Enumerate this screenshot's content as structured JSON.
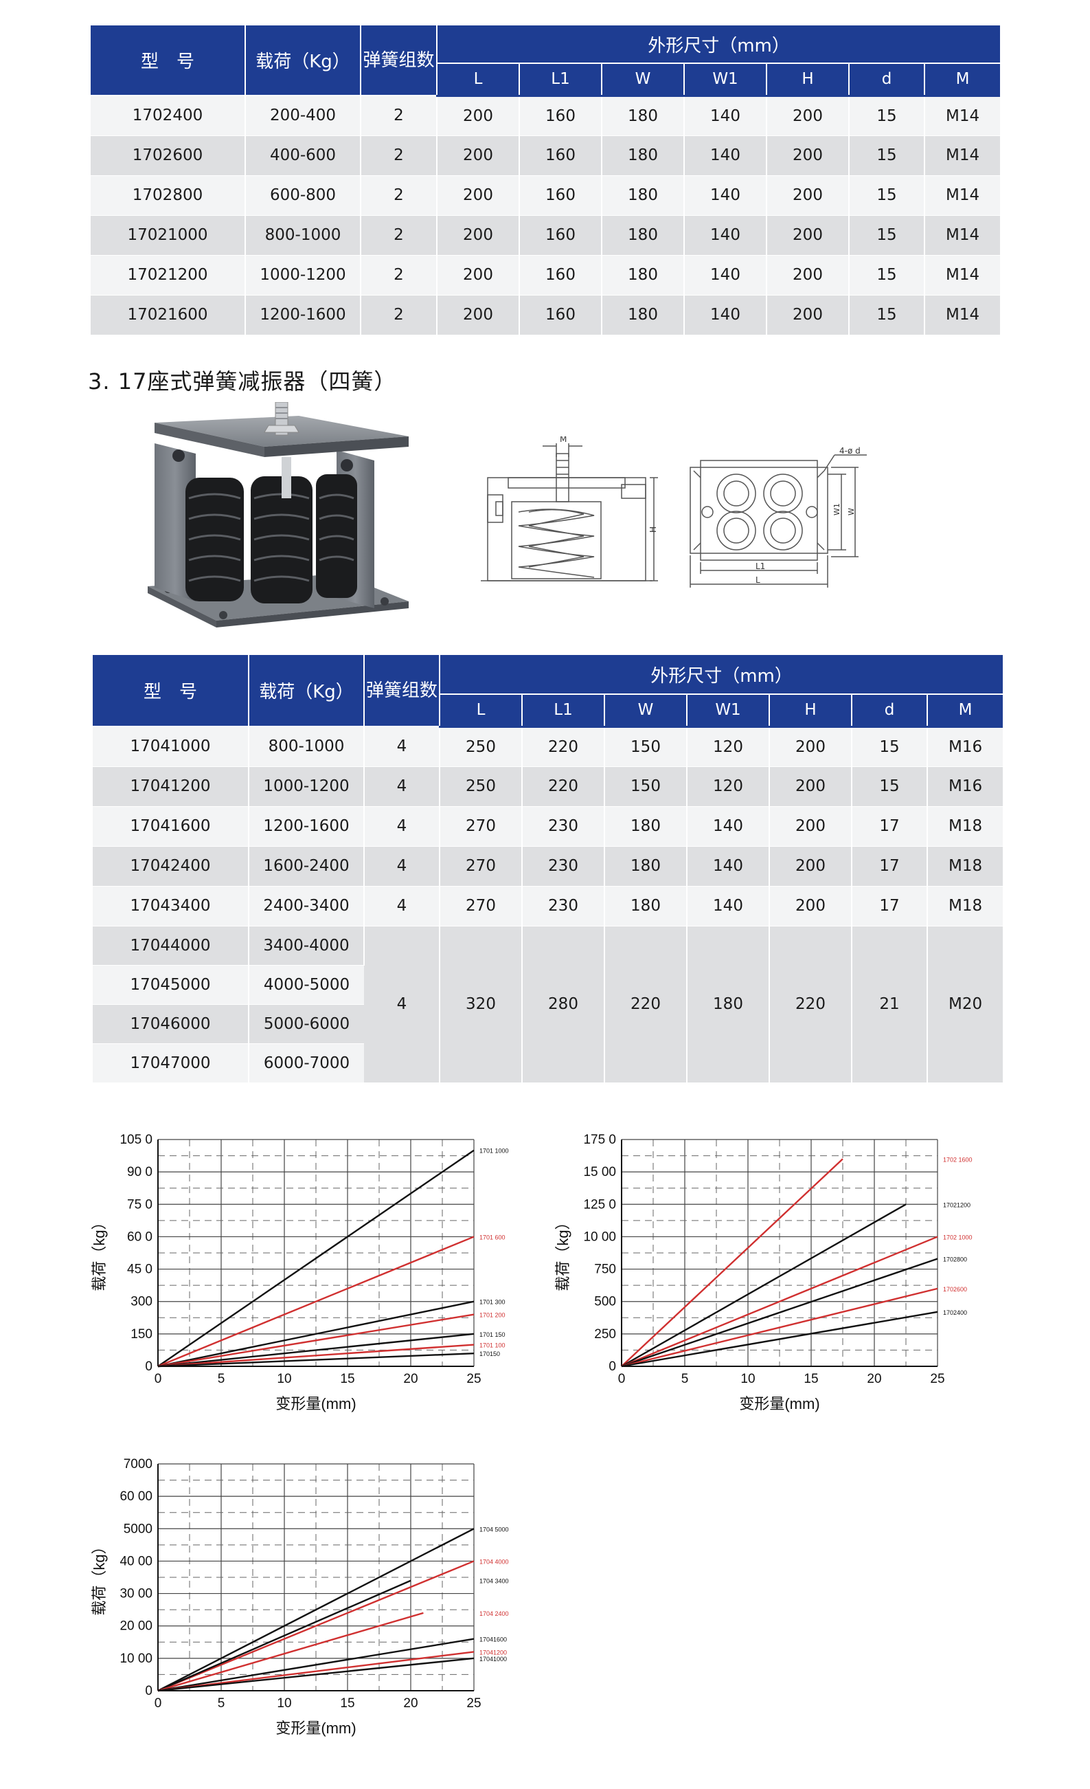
{
  "table1": {
    "headers": {
      "model": "型　号",
      "load": "载荷（Kg）",
      "springs": "弹簧组数",
      "dims": "外形尺寸（mm）",
      "cols": [
        "L",
        "L1",
        "W",
        "W1",
        "H",
        "d",
        "M"
      ]
    },
    "rows": [
      [
        "1702400",
        "200-400",
        "2",
        "200",
        "160",
        "180",
        "140",
        "200",
        "15",
        "M14"
      ],
      [
        "1702600",
        "400-600",
        "2",
        "200",
        "160",
        "180",
        "140",
        "200",
        "15",
        "M14"
      ],
      [
        "1702800",
        "600-800",
        "2",
        "200",
        "160",
        "180",
        "140",
        "200",
        "15",
        "M14"
      ],
      [
        "17021000",
        "800-1000",
        "2",
        "200",
        "160",
        "180",
        "140",
        "200",
        "15",
        "M14"
      ],
      [
        "17021200",
        "1000-1200",
        "2",
        "200",
        "160",
        "180",
        "140",
        "200",
        "15",
        "M14"
      ],
      [
        "17021600",
        "1200-1600",
        "2",
        "200",
        "160",
        "180",
        "140",
        "200",
        "15",
        "M14"
      ]
    ]
  },
  "section_title": "3.  17座式弹簧减振器（四簧）",
  "drawing_labels": {
    "m": "M",
    "h": "H",
    "holes": "4-ø d",
    "l1": "L1",
    "l": "L",
    "w1": "W1",
    "w": "W"
  },
  "table2": {
    "headers": {
      "model": "型　号",
      "load": "载荷（Kg）",
      "springs": "弹簧组数",
      "dims": "外形尺寸（mm）",
      "cols": [
        "L",
        "L1",
        "W",
        "W1",
        "H",
        "d",
        "M"
      ]
    },
    "rows": [
      [
        "17041000",
        "800-1000",
        "4",
        "250",
        "220",
        "150",
        "120",
        "200",
        "15",
        "M16"
      ],
      [
        "17041200",
        "1000-1200",
        "4",
        "250",
        "220",
        "150",
        "120",
        "200",
        "15",
        "M16"
      ],
      [
        "17041600",
        "1200-1600",
        "4",
        "270",
        "230",
        "180",
        "140",
        "200",
        "17",
        "M18"
      ],
      [
        "17042400",
        "1600-2400",
        "4",
        "270",
        "230",
        "180",
        "140",
        "200",
        "17",
        "M18"
      ],
      [
        "17043400",
        "2400-3400",
        "4",
        "270",
        "230",
        "180",
        "140",
        "200",
        "17",
        "M18"
      ]
    ],
    "merged_rows": {
      "models": [
        [
          "17044000",
          "3400-4000"
        ],
        [
          "17045000",
          "4000-5000"
        ],
        [
          "17046000",
          "5000-6000"
        ],
        [
          "17047000",
          "6000-7000"
        ]
      ],
      "values": [
        "4",
        "320",
        "280",
        "220",
        "180",
        "220",
        "21",
        "M20"
      ]
    }
  },
  "chart_data": [
    {
      "type": "line",
      "xlabel": "变形量(mm)",
      "ylabel": "载荷（kg）",
      "xlim": [
        0,
        25
      ],
      "ylim": [
        0,
        1050
      ],
      "xticks": [
        "0",
        "5",
        "10",
        "15",
        "20",
        "25"
      ],
      "yticks": [
        "0",
        "150",
        "300",
        "450",
        "600",
        "750",
        "900",
        "1050"
      ],
      "ytick_labels": [
        "0",
        "150",
        "300",
        "45 0",
        "60 0",
        "75 0",
        "90 0",
        "105 0"
      ],
      "series": [
        {
          "name": "1701 1000",
          "color": "#111111",
          "x": [
            0,
            25
          ],
          "y": [
            0,
            1000
          ]
        },
        {
          "name": "1701 600",
          "color": "#d03030",
          "x": [
            0,
            25
          ],
          "y": [
            0,
            600
          ]
        },
        {
          "name": "1701 300",
          "color": "#111111",
          "x": [
            0,
            25
          ],
          "y": [
            0,
            300
          ]
        },
        {
          "name": "1701 200",
          "color": "#d03030",
          "x": [
            0,
            25
          ],
          "y": [
            0,
            240
          ]
        },
        {
          "name": "1701 150",
          "color": "#111111",
          "x": [
            0,
            25
          ],
          "y": [
            0,
            150
          ]
        },
        {
          "name": "1701 100",
          "color": "#d03030",
          "x": [
            0,
            25
          ],
          "y": [
            0,
            100
          ]
        },
        {
          "name": "170150",
          "color": "#111111",
          "x": [
            0,
            25
          ],
          "y": [
            0,
            60
          ]
        }
      ]
    },
    {
      "type": "line",
      "xlabel": "变形量(mm)",
      "ylabel": "载荷（kg）",
      "xlim": [
        0,
        25
      ],
      "ylim": [
        0,
        1750
      ],
      "xticks": [
        "0",
        "5",
        "10",
        "15",
        "20",
        "25"
      ],
      "yticks": [
        "0",
        "250",
        "500",
        "750",
        "1000",
        "1250",
        "1500",
        "1750"
      ],
      "ytick_labels": [
        "0",
        "250",
        "500",
        "750",
        "10 00",
        "125 0",
        "15 00",
        "175 0"
      ],
      "series": [
        {
          "name": "1702 1600",
          "color": "#d03030",
          "x": [
            0,
            17.5
          ],
          "y": [
            0,
            1600
          ]
        },
        {
          "name": "17021200",
          "color": "#111111",
          "x": [
            0,
            22.5
          ],
          "y": [
            0,
            1250
          ]
        },
        {
          "name": "1702 1000",
          "color": "#d03030",
          "x": [
            0,
            25
          ],
          "y": [
            0,
            1000
          ]
        },
        {
          "name": "1702800",
          "color": "#111111",
          "x": [
            0,
            25
          ],
          "y": [
            0,
            830
          ]
        },
        {
          "name": "1702600",
          "color": "#d03030",
          "x": [
            0,
            25
          ],
          "y": [
            0,
            600
          ]
        },
        {
          "name": "1702400",
          "color": "#111111",
          "x": [
            0,
            25
          ],
          "y": [
            0,
            420
          ]
        }
      ]
    },
    {
      "type": "line",
      "xlabel": "变形量(mm)",
      "ylabel": "载荷（kg）",
      "xlim": [
        0,
        25
      ],
      "ylim": [
        0,
        7000
      ],
      "xticks": [
        "0",
        "5",
        "10",
        "15",
        "20",
        "25"
      ],
      "yticks": [
        "0",
        "1000",
        "2000",
        "3000",
        "4000",
        "5000",
        "6000",
        "7000"
      ],
      "ytick_labels": [
        "0",
        "10 00",
        "20 00",
        "30 00",
        "40 00",
        "5000",
        "60 00",
        "7000"
      ],
      "series": [
        {
          "name": "1704 5000",
          "color": "#111111",
          "x": [
            0,
            25
          ],
          "y": [
            0,
            5000
          ]
        },
        {
          "name": "1704 4000",
          "color": "#d03030",
          "x": [
            0,
            25
          ],
          "y": [
            0,
            4000
          ]
        },
        {
          "name": "1704 3400",
          "color": "#111111",
          "x": [
            0,
            20
          ],
          "y": [
            0,
            3400
          ]
        },
        {
          "name": "1704 2400",
          "color": "#d03030",
          "x": [
            0,
            21
          ],
          "y": [
            0,
            2400
          ]
        },
        {
          "name": "17041600",
          "color": "#111111",
          "x": [
            0,
            25
          ],
          "y": [
            0,
            1600
          ]
        },
        {
          "name": "17041200",
          "color": "#d03030",
          "x": [
            0,
            25
          ],
          "y": [
            0,
            1200
          ]
        },
        {
          "name": "17041000",
          "color": "#111111",
          "x": [
            0,
            25
          ],
          "y": [
            0,
            1000
          ]
        }
      ]
    }
  ]
}
